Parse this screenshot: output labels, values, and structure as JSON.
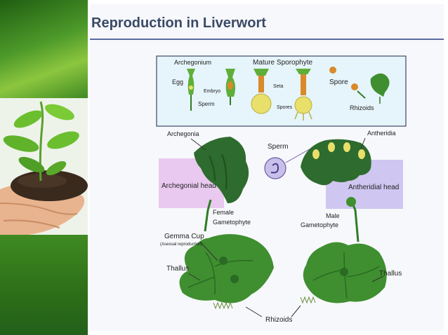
{
  "title": "Reproduction in Liverwort",
  "panel": {
    "archegonium": "Archegonium",
    "egg": "Egg",
    "embryo": "Embryo",
    "sperm": "Sperm",
    "mature_sporophyte": "Mature Sporophyte",
    "seta": "Seta",
    "spores": "Spores",
    "spore": "Spore",
    "rhizoids": "Rhizoids"
  },
  "labels": {
    "archegonia": "Archegonia",
    "sperm": "Sperm",
    "antheridia": "Antheridia",
    "archegonial_head": "Archegonial head",
    "antheridial_head": "Antheridial head",
    "female_gametophyte_1": "Female",
    "female_gametophyte_2": "Gametophyte",
    "male_gametophyte_1": "Male",
    "male_gametophyte_2": "Gametophyte",
    "gemma_cup": "Gemma Cup",
    "asexual": "(Asexual reproduction)",
    "thallus_left": "Thallus",
    "thallus_right": "Thallus",
    "rhizoids_bottom": "Rhizoids"
  },
  "colors": {
    "leaf_dark": "#2f7d25",
    "leaf_light": "#5fae3a",
    "head_green": "#2e6b2e",
    "box_pink": "#e9c9ef",
    "box_lavender": "#cfc6f1",
    "panel_bg": "#e6f4fb",
    "sporophyte_yellow": "#e8e06a",
    "capsule_orange": "#d98a2b"
  }
}
